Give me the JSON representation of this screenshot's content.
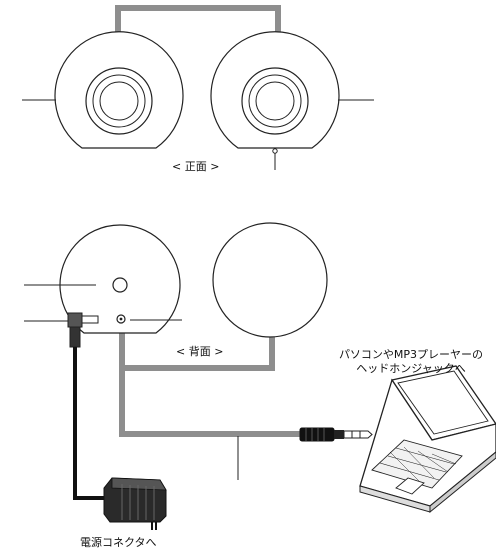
{
  "labels": {
    "front": "< 正面 >",
    "back": "< 背面 >",
    "pc_line1": "パソコンやMP3プレーヤーの",
    "pc_line2": "ヘッドホンジャックへ",
    "power": "電源コネクタへ"
  },
  "colors": {
    "cable_gray": "#8e8e8e",
    "adapter_cable": "#111111",
    "outline": "#222222"
  }
}
